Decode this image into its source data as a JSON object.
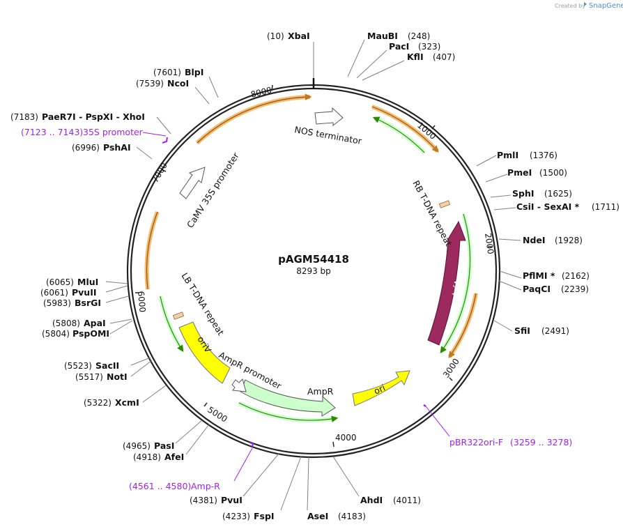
{
  "header": {
    "created_by": "Created by",
    "brand": "SnapGene"
  },
  "plasmid": {
    "name": "pAGM54418",
    "size": "8293 bp"
  },
  "ticks": [
    "1000",
    "2000",
    "3000",
    "4000",
    "5000",
    "6000",
    "7000",
    "8000"
  ],
  "features": {
    "nos": "NOS terminator",
    "rb": "RB T-DNA repeat",
    "trfa": "trfA",
    "ori": "ori",
    "ampr": "AmpR",
    "amprp": "AmpR promoter",
    "oriv": "oriV",
    "lb": "LB T-DNA repeat",
    "camv": "CaMV 35S promoter"
  },
  "enzymes": [
    {
      "id": "xbai",
      "name": "XbaI",
      "pos": "(10)"
    },
    {
      "id": "maubi",
      "name": "MauBI",
      "pos": "(248)"
    },
    {
      "id": "paci",
      "name": "PacI",
      "pos": "(323)"
    },
    {
      "id": "kfli",
      "name": "KflI",
      "pos": "(407)"
    },
    {
      "id": "pmli",
      "name": "PmlI",
      "pos": "(1376)"
    },
    {
      "id": "pmei",
      "name": "PmeI",
      "pos": "(1500)"
    },
    {
      "id": "sphi",
      "name": "SphI",
      "pos": "(1625)"
    },
    {
      "id": "csii",
      "name": "CsiI  -  SexAI *",
      "pos": "(1711)"
    },
    {
      "id": "ndei",
      "name": "NdeI",
      "pos": "(1928)"
    },
    {
      "id": "pflmi",
      "name": "PflMI *",
      "pos": "(2162)"
    },
    {
      "id": "paqci",
      "name": "PaqCI",
      "pos": "(2239)"
    },
    {
      "id": "sfii",
      "name": "SfiI",
      "pos": "(2491)"
    },
    {
      "id": "ahdi",
      "name": "AhdI",
      "pos": "(4011)"
    },
    {
      "id": "asei",
      "name": "AseI",
      "pos": "(4183)"
    },
    {
      "id": "fspi",
      "name": "FspI",
      "pos": "(4233)"
    },
    {
      "id": "pvui",
      "name": "PvuI",
      "pos": "(4381)"
    },
    {
      "id": "afei",
      "name": "AfeI",
      "pos": "(4918)"
    },
    {
      "id": "pasi",
      "name": "PasI",
      "pos": "(4965)"
    },
    {
      "id": "xcmi",
      "name": "XcmI",
      "pos": "(5322)"
    },
    {
      "id": "noti",
      "name": "NotI",
      "pos": "(5517)"
    },
    {
      "id": "sacii",
      "name": "SacII",
      "pos": "(5523)"
    },
    {
      "id": "pspomi",
      "name": "PspOMI",
      "pos": "(5804)"
    },
    {
      "id": "apai",
      "name": "ApaI",
      "pos": "(5808)"
    },
    {
      "id": "bsrgi",
      "name": "BsrGI",
      "pos": "(5983)"
    },
    {
      "id": "pvuii",
      "name": "PvuII",
      "pos": "(6061)"
    },
    {
      "id": "mlui",
      "name": "MluI",
      "pos": "(6065)"
    },
    {
      "id": "pshai",
      "name": "PshAI",
      "pos": "(6996)"
    },
    {
      "id": "paer7i",
      "name": "PaeR7I  -  PspXI  -  XhoI",
      "pos": "(7183)"
    },
    {
      "id": "ncoi",
      "name": "NcoI",
      "pos": "(7539)"
    },
    {
      "id": "blpi",
      "name": "BlpI",
      "pos": "(7601)"
    }
  ],
  "primers": [
    {
      "id": "p35s",
      "name": "35S promoter",
      "range": "(7123 .. 7143)"
    },
    {
      "id": "pbr",
      "name": "pBR322ori-F",
      "range": "(3259 .. 3278)"
    },
    {
      "id": "ampr",
      "name": "Amp-R",
      "range": "(4561 .. 4580)"
    }
  ],
  "colors": {
    "backbone": "#222222",
    "yellow": "#ffff00",
    "green_light": "#ccffcc",
    "green_line": "#33aa00",
    "orange": "#f7b96b",
    "trfa": "#9c2a5f",
    "primer": "#a020f0",
    "white": "#ffffff",
    "rb_lb": "#f5cfa6"
  }
}
